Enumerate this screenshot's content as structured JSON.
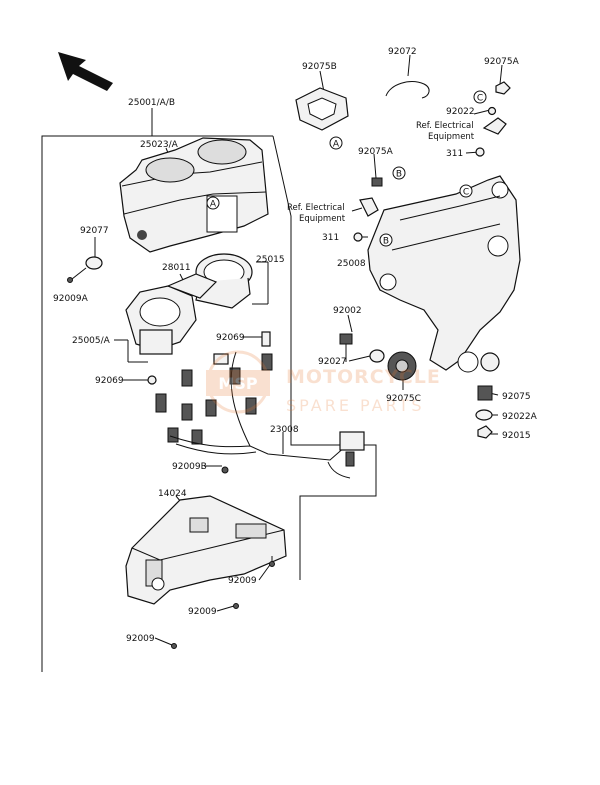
{
  "labels": {
    "p25001": "25001/A/B",
    "p25023": "25023/A",
    "p92077": "92077",
    "p92009A": "92009A",
    "p28011": "28011",
    "p25015": "25015",
    "p25005": "25005/A",
    "p92069a": "92069",
    "p92069b": "92069",
    "p92009B": "92009B",
    "p23008": "23008",
    "p14024": "14024",
    "p92009a": "92009",
    "p92009b": "92009",
    "p92009c": "92009",
    "p92075B": "92075B",
    "p92072": "92072",
    "p92075A_top": "92075A",
    "p92022": "92022",
    "p311a": "311",
    "p92075A_mid": "92075A",
    "p311b": "311",
    "p25008": "25008",
    "p92002": "92002",
    "p92027": "92027",
    "p92075C": "92075C",
    "p92075": "92075",
    "p92022A": "92022A",
    "p92015": "92015"
  },
  "refs": {
    "ref1_line1": "Ref. Electrical",
    "ref1_line2": "Equipment",
    "ref2_line1": "Ref. Electrical",
    "ref2_line2": "Equipment"
  },
  "markers": {
    "A": "A",
    "B": "B",
    "C": "C"
  },
  "watermark": {
    "badge": "MSP",
    "line1": "MOTORCYCLE",
    "line2": "SPARE PARTS"
  }
}
